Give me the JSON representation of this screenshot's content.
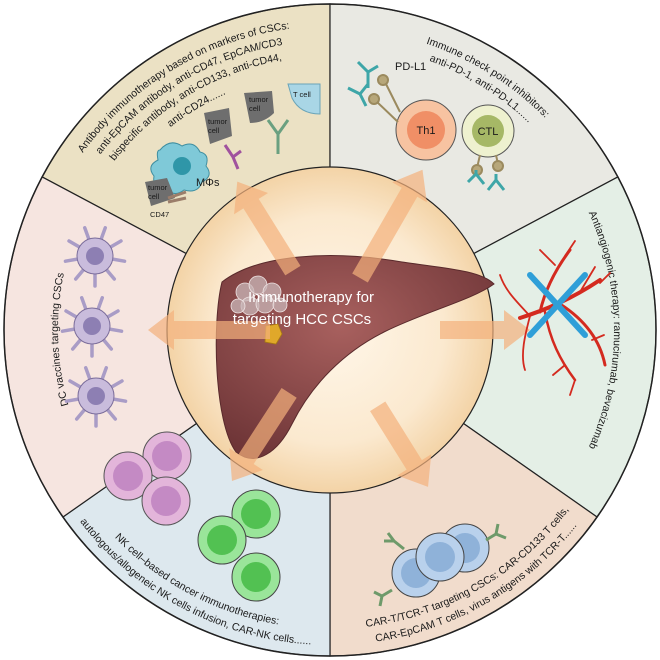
{
  "center": {
    "title_lines": [
      "Immunotherapy for",
      "targeting HCC CSCs"
    ]
  },
  "sections": {
    "antibody": {
      "color": "#ebe1c4",
      "lines": [
        "Antibody immunotherapy based on markers of CSCs:",
        "anti-EpCAM antibody, anti-CD47, EpCAM/CD3",
        "bispecific antibody, anti-CD133, anti-CD44,",
        "anti-CD24......"
      ],
      "labels": {
        "tumor_cell": "tumor cell",
        "tumor_cell_word1": "tumor",
        "tumor_cell_word2": "cell",
        "t_cell": "T cell",
        "macrophages": "MΦs",
        "cd47": "CD47"
      }
    },
    "checkpoint": {
      "color": "#e9e9e3",
      "lines": [
        "Immune check point inhibitors:",
        "anti-PD-1,  anti-PD-L1......"
      ],
      "labels": {
        "pdl1": "PD-L1",
        "th1": "Th1",
        "ctl": "CTL"
      }
    },
    "antiangiogenic": {
      "color": "#e4efe6",
      "lines": [
        "Antiangiogenic therapy: ramucirumab, bevacizumab"
      ]
    },
    "car_t": {
      "color": "#f1dccc",
      "lines": [
        "CAR-T/TCR-T targeting CSCs: CAR-CD133 T cells,",
        "CAR-EpCAM T cells, virus antigens with TCR-T......"
      ]
    },
    "nk": {
      "color": "#dde8ee",
      "lines": [
        "NK cell–based cancer immunotherapies:",
        "autologous/allogeneic NK cells infusion, CAR-NK cells......"
      ]
    },
    "dc": {
      "color": "#f6e5e0",
      "lines": [
        "DC vaccines targeting CSCs"
      ]
    }
  },
  "colors": {
    "liver": "#8a4a4c",
    "arrow": "#f3b07c",
    "vessel": "#d42a1f",
    "cross": "#2f9fd8",
    "antibody_teal": "#3ea6a8",
    "dc_cell": "#c9bcdc",
    "nk_cell": "#d9a5d1",
    "green_cell": "#7fd77f",
    "cart_cell": "#a9c6e6",
    "th1": "#f3a57c",
    "ctl": "#dfe6b5"
  }
}
